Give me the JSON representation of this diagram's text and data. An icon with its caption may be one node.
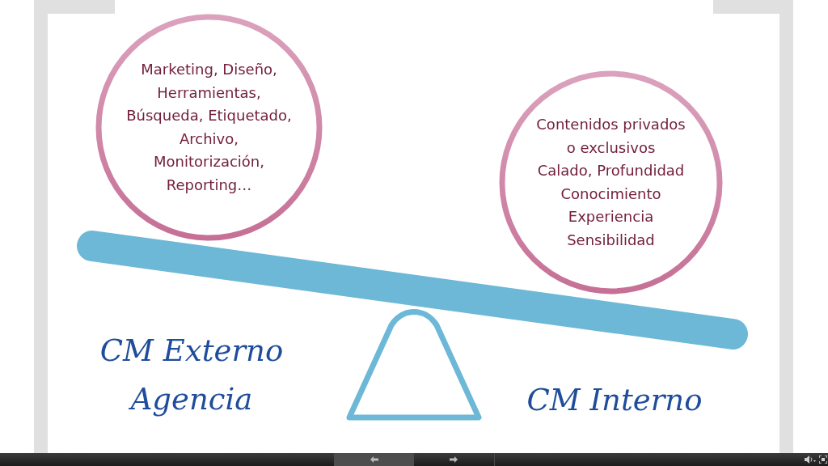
{
  "diagram": {
    "nodes": [
      {
        "text": [
          "Marketing, Diseño, Herramientas, Búsqueda, Etiquetado, Archivo, Monitorización, Reporting…"
        ]
      },
      {
        "text": [
          "Contenidos privados o exclusivos",
          "Calado, Profundidad",
          "Conocimiento",
          "Experiencia",
          "Sensibilidad"
        ]
      }
    ],
    "labels": [
      "CM Externo Agencia",
      "CM Interno"
    ]
  }
}
